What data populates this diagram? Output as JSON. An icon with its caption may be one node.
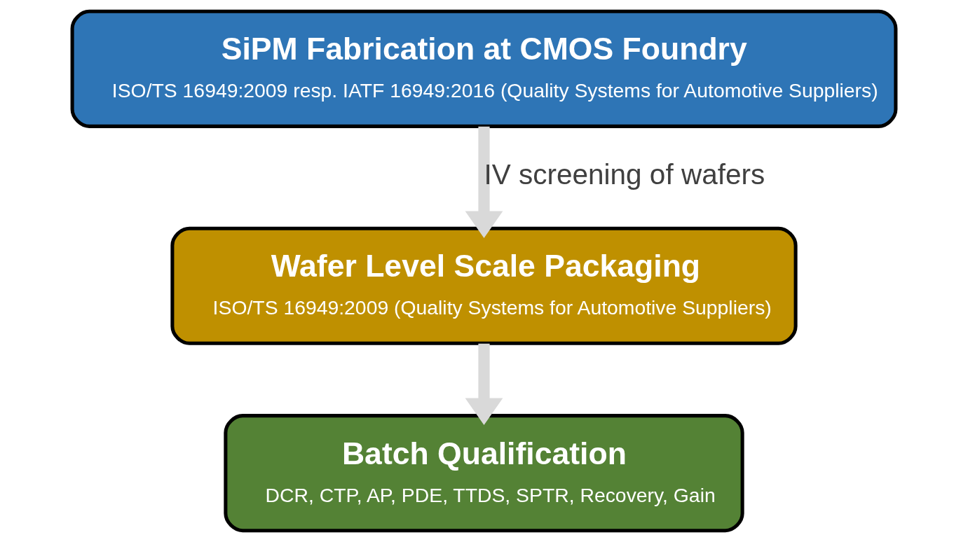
{
  "diagram": {
    "nodes": [
      {
        "text": [
          "SiPM Fabrication at CMOS Foundry",
          "ISO/TS 16949:2009 resp. IATF 16949:2016 (Quality Systems for Automotive Suppliers)"
        ]
      },
      {
        "text": [
          "Wafer Level Scale Packaging",
          "ISO/TS 16949:2009 (Quality Systems for Automotive Suppliers)"
        ]
      },
      {
        "text": [
          "Batch Qualification",
          "DCR, CTP, AP, PDE, TTDS, SPTR, Recovery, Gain"
        ]
      }
    ],
    "edges": [
      {
        "from": 0,
        "to": 1,
        "arrow": "to",
        "label": "IV screening of wafers"
      },
      {
        "from": 1,
        "to": 2,
        "arrow": "to"
      }
    ]
  }
}
